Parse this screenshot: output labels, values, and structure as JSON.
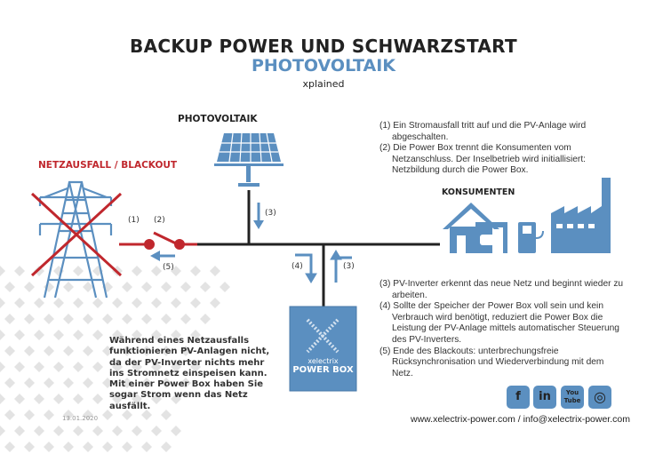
{
  "header": {
    "title": "BACKUP POWER UND SCHWARZSTART",
    "subtitle": "PHOTOVOLTAIK",
    "tagline": "xplained"
  },
  "labels": {
    "photovoltaik": "PHOTOVOLTAIK",
    "blackout": "NETZAUSFALL / BLACKOUT",
    "konsumenten": "KONSUMENTEN"
  },
  "markers": {
    "m1": "(1)",
    "m2": "(2)",
    "m3a": "(3)",
    "m3b": "(3)",
    "m4": "(4)",
    "m5": "(5)"
  },
  "power_box": {
    "brand": "xelectrix",
    "name": "POWER BOX"
  },
  "steps_top": [
    "(1) Ein Stromausfall tritt auf und die PV-Anlage wird abgeschalten.",
    "(2) Die Power Box trennt die Konsumenten vom Netzanschluss. Der Inselbetrieb wird initiallisiert: Netzbildung durch die Power Box."
  ],
  "steps_bottom": [
    "(3) PV-Inverter erkennt das neue Netz und beginnt wieder zu arbeiten.",
    "(4) Sollte der Speicher der Power Box voll sein und kein Verbrauch wird benötigt, reduziert die Power Box die Leistung der PV-Anlage mittels automatischer Steuerung des PV-Inverters.",
    "(5) Ende des Blackouts: unterbrechungsfreie Rücksynchronisation und Wiederverbindung mit dem Netz."
  ],
  "blurb": "Während eines Netzausfalls funktionieren PV-Anlagen nicht, da der PV-Inverter nichts mehr ins Stromnetz einspeisen kann. Mit einer Power Box haben Sie sogar Strom wenn das Netz ausfällt.",
  "footer": {
    "date": "13.01.2020",
    "contact": "www.xelectrix-power.com / info@xelectrix-power.com",
    "social": {
      "facebook": "f",
      "linkedin": "in",
      "youtube": "You Tube",
      "instagram": "◎"
    }
  },
  "colors": {
    "blue": "#5b8fc0",
    "red": "#c0272d",
    "dark": "#222222"
  }
}
